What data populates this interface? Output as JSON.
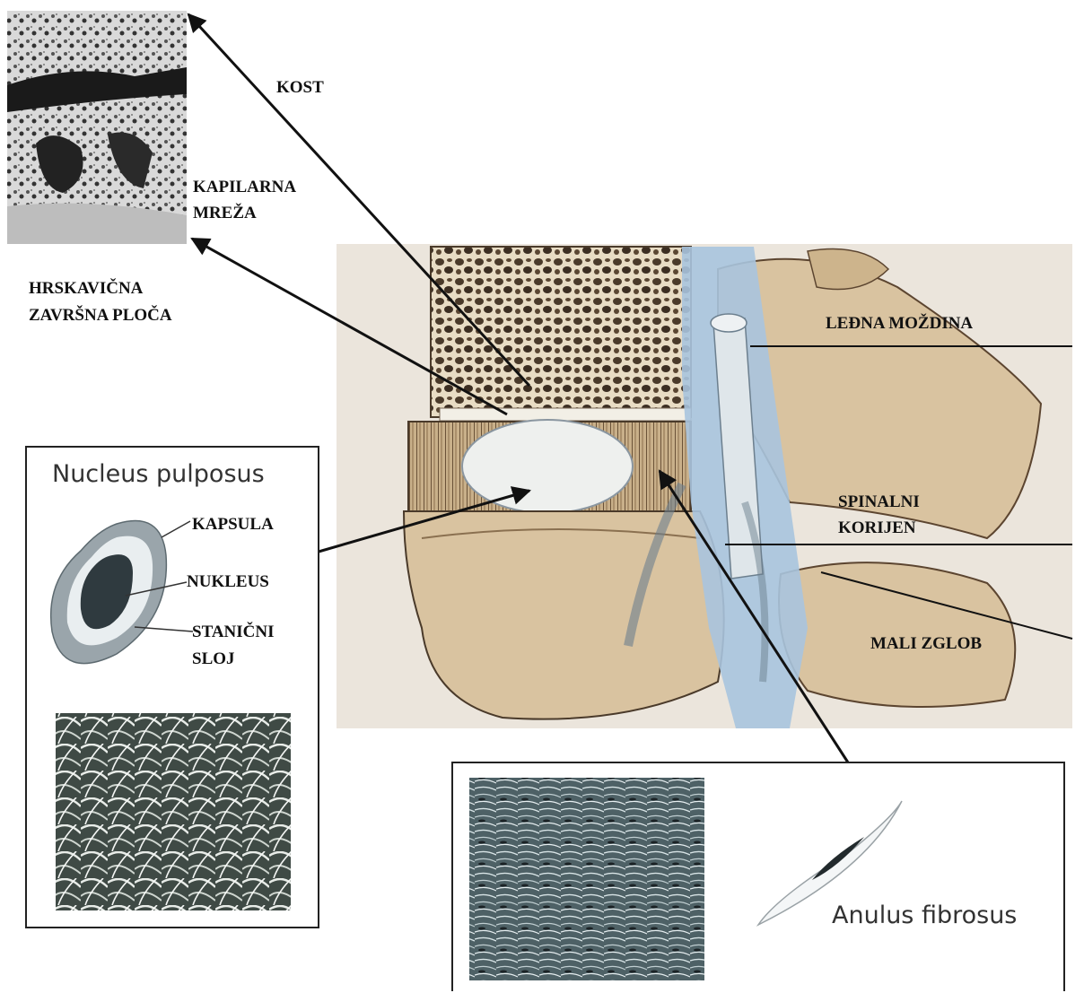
{
  "labels": {
    "kost": "KOST",
    "kapilarna_1": "KAPILARNA",
    "kapilarna_2": "MREŽA",
    "hrskavicna_1": "HRSKAVIČNA",
    "hrskavicna_2": "ZAVRŠNA PLOČA",
    "ledna_mozdina": "LEĐNA MOŽDINA",
    "spinalni_1": "SPINALNI",
    "spinalni_2": "KORIJEN",
    "mali_zglob": "MALI ZGLOB"
  },
  "nucleus_box": {
    "title": "Nucleus pulposus",
    "kapsula": "KAPSULA",
    "nukleus": "NUKLEUS",
    "stanicni_1": "STANIČNI",
    "stanicni_2": "SLOJ"
  },
  "anulus_box": {
    "title": "Anulus fibrosus"
  },
  "colors": {
    "bone_tan": "#d9c3a0",
    "spinal_blue": "#a9c4de",
    "cell_dark": "#2f3a3f",
    "capsule_gray": "#9aa5ab"
  }
}
